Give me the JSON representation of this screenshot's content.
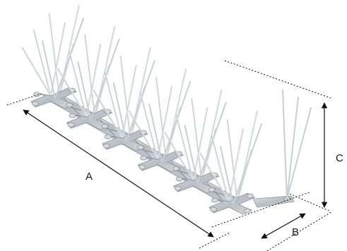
{
  "dimensions": {
    "a_label": "A",
    "b_label": "B",
    "c_label": "C"
  },
  "product": {
    "units": 6,
    "spikes_per_unit": 4
  },
  "colors": {
    "spike": "#c9ced4",
    "spike_highlight": "#eef0f2",
    "base_plate": "#b9bfc6",
    "base_edge": "#8d949c",
    "dimension_line": "#111111"
  }
}
